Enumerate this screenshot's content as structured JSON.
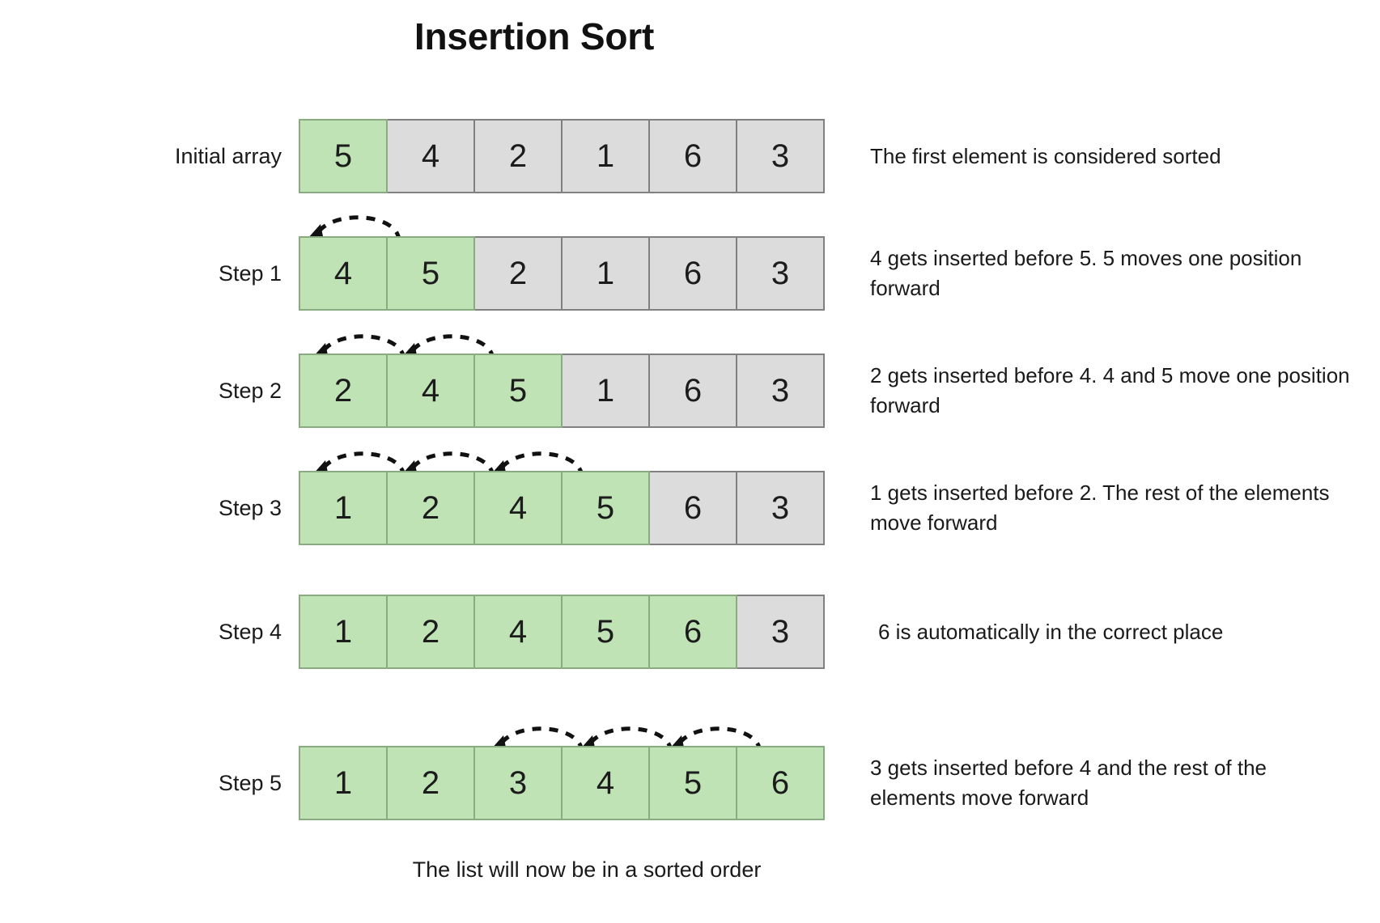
{
  "title": "Insertion Sort",
  "caption": "The list will now be in a sorted order",
  "colors": {
    "sorted_fill": "#bfe3b5",
    "sorted_border": "#8aab82",
    "unsorted_fill": "#dcdcdc",
    "unsorted_border": "#808080",
    "text": "#1a1a1a",
    "arrow": "#111111"
  },
  "rows": [
    {
      "label": "Initial array",
      "values": [
        "5",
        "4",
        "2",
        "1",
        "6",
        "3"
      ],
      "states": [
        "sorted",
        "unsorted",
        "unsorted",
        "unsorted",
        "unsorted",
        "unsorted"
      ],
      "description": "The first element is considered sorted",
      "arrows": 0
    },
    {
      "label": "Step 1",
      "values": [
        "4",
        "5",
        "2",
        "1",
        "6",
        "3"
      ],
      "states": [
        "sorted",
        "sorted",
        "unsorted",
        "unsorted",
        "unsorted",
        "unsorted"
      ],
      "description": "4 gets inserted before 5. 5 moves one position forward",
      "arrows": 1
    },
    {
      "label": "Step 2",
      "values": [
        "2",
        "4",
        "5",
        "1",
        "6",
        "3"
      ],
      "states": [
        "sorted",
        "sorted",
        "sorted",
        "unsorted",
        "unsorted",
        "unsorted"
      ],
      "description": "2 gets inserted before 4. 4 and 5 move one position forward",
      "arrows": 2
    },
    {
      "label": "Step 3",
      "values": [
        "1",
        "2",
        "4",
        "5",
        "6",
        "3"
      ],
      "states": [
        "sorted",
        "sorted",
        "sorted",
        "sorted",
        "unsorted",
        "unsorted"
      ],
      "description": "1 gets inserted before 2. The rest of the elements move forward",
      "arrows": 3
    },
    {
      "label": "Step 4",
      "values": [
        "1",
        "2",
        "4",
        "5",
        "6",
        "3"
      ],
      "states": [
        "sorted",
        "sorted",
        "sorted",
        "sorted",
        "sorted",
        "unsorted"
      ],
      "description": " 6 is automatically in the correct place",
      "arrows": 0
    },
    {
      "label": "Step 5",
      "values": [
        "1",
        "2",
        "3",
        "4",
        "5",
        "6"
      ],
      "states": [
        "sorted",
        "sorted",
        "sorted",
        "sorted",
        "sorted",
        "sorted"
      ],
      "description": "3 gets inserted before 4 and the rest of the elements move forward",
      "arrows": 3
    }
  ]
}
